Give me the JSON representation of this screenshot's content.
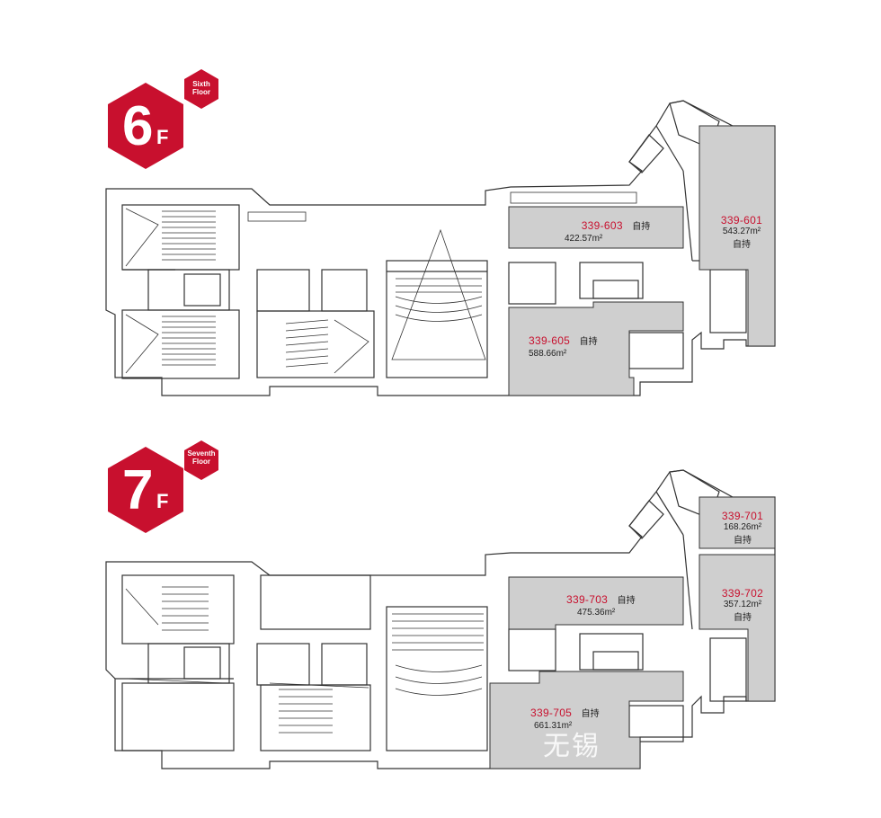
{
  "floors": [
    {
      "id": "6f",
      "badge": {
        "number": "6",
        "suffix": "F",
        "sub_line1": "Sixth",
        "sub_line2": "Floor"
      },
      "units": [
        {
          "code": "339-603",
          "status": "自持",
          "area": "422.57m²"
        },
        {
          "code": "339-601",
          "status": "自持",
          "area": "543.27m²"
        },
        {
          "code": "339-605",
          "status": "自持",
          "area": "588.66m²"
        }
      ]
    },
    {
      "id": "7f",
      "badge": {
        "number": "7",
        "suffix": "F",
        "sub_line1": "Seventh",
        "sub_line2": "Floor"
      },
      "units": [
        {
          "code": "339-701",
          "status": "自持",
          "area": "168.26m²"
        },
        {
          "code": "339-703",
          "status": "自持",
          "area": "475.36m²"
        },
        {
          "code": "339-702",
          "status": "自持",
          "area": "357.12m²"
        },
        {
          "code": "339-705",
          "status": "自持",
          "area": "661.31m²"
        }
      ]
    }
  ],
  "watermark": "无锡",
  "colors": {
    "badge_red": "#c8102e",
    "unit_fill": "#cfcfcf",
    "unit_code": "#c8102e",
    "wall": "#333333"
  }
}
